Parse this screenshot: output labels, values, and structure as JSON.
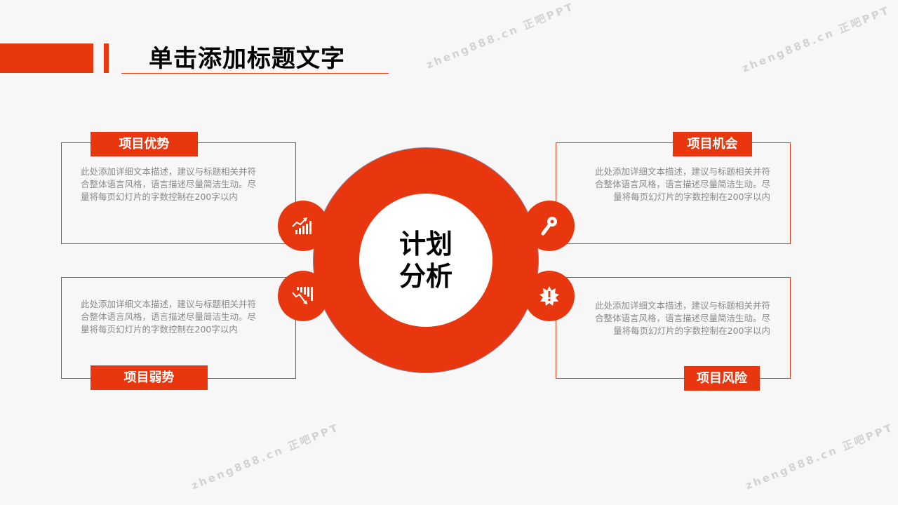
{
  "header": {
    "title": "单击添加标题文字"
  },
  "center": {
    "line1": "计划",
    "line2": "分析"
  },
  "cards": [
    {
      "label": "项目优势",
      "icon": "chart-up-icon",
      "text": "此处添加详细文本描述，建议与标题相关并符合整体语言风格，语言描述尽量简洁生动。尽量将每页幻灯片的字数控制在200字以内"
    },
    {
      "label": "项目弱势",
      "icon": "chart-down-icon",
      "text": "此处添加详细文本描述，建议与标题相关并符合整体语言风格，语言描述尽量简洁生动。尽量将每页幻灯片的字数控制在200字以内"
    },
    {
      "label": "项目机会",
      "icon": "key-icon",
      "text": "此处添加详细文本描述，建议与标题相关并符合整体语言风格，语言描述尽量简洁生动。尽量将每页幻灯片的字数控制在200字以内"
    },
    {
      "label": "项目风险",
      "icon": "warning-burst-icon",
      "text": "此处添加详细文本描述，建议与标题相关并符合整体语言风格，语言描述尽量简洁生动。尽量将每页幻灯片的字数控制在200字以内"
    }
  ],
  "watermark": "zheng888.cn 正吧PPT",
  "colors": {
    "accent": "#e8360f",
    "background": "#f7f7f7"
  }
}
